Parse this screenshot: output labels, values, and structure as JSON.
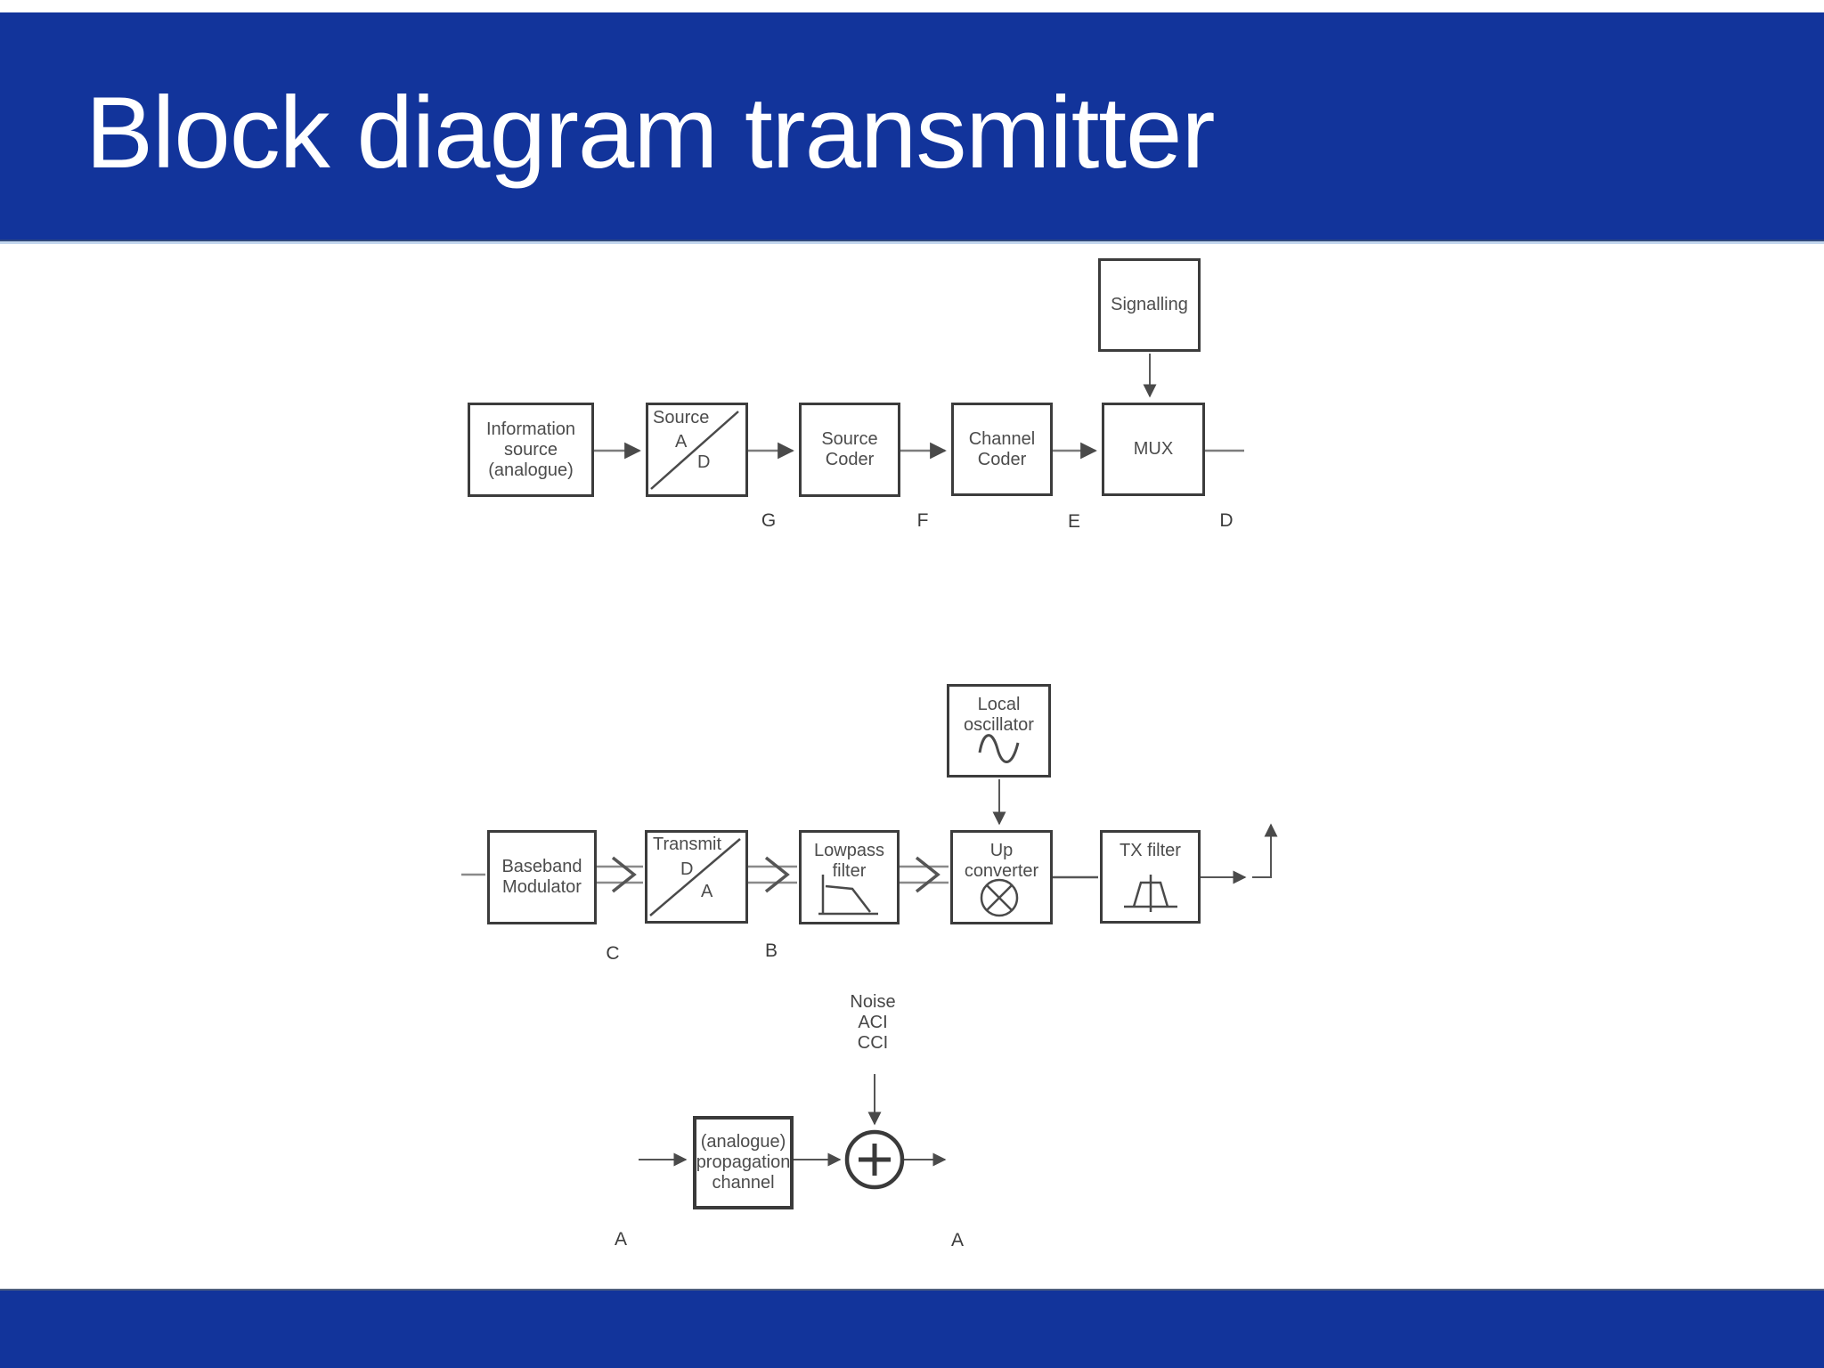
{
  "title": "Block diagram transmitter",
  "coding_chain": {
    "info_source": "Information source (analogue)",
    "source_ad": {
      "label": "Source",
      "upper": "A",
      "lower": "D"
    },
    "source_coder": "Source Coder",
    "channel_coder": "Channel Coder",
    "mux": "MUX",
    "signalling": "Signalling",
    "points": {
      "g": "G",
      "f": "F",
      "e": "E",
      "d": "D"
    }
  },
  "rf_chain": {
    "baseband_modulator": "Baseband Modulator",
    "transmit_da": {
      "label": "Transmit",
      "upper": "D",
      "lower": "A"
    },
    "lowpass_filter": "Lowpass filter",
    "up_converter": "Up converter",
    "local_oscillator": "Local oscillator",
    "tx_filter": "TX filter",
    "points": {
      "c": "C",
      "b": "B"
    }
  },
  "channel_chain": {
    "noise": [
      "Noise",
      "ACI",
      "CCI"
    ],
    "propagation": "(analogue) propagation channel",
    "points": {
      "left": "A",
      "right": "A"
    }
  },
  "colors": {
    "bar_blue": "#12349B",
    "line_gray": "#7d7d7d",
    "ink": "#3c3c3c"
  }
}
